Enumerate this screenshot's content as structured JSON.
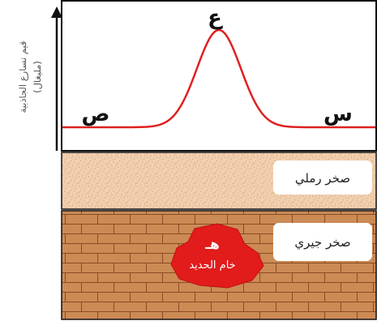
{
  "graph": {
    "point_left": "ص",
    "point_peak": "ع",
    "point_right": "س",
    "axis_label_line1": "قيم تسارع الجاذبية",
    "axis_label_line2": "(مليغال)"
  },
  "layers": {
    "sandstone_label": "صخر رملي",
    "limestone_label": "صخر جيري"
  },
  "ore": {
    "letter": "هـ",
    "label": "خام الحديد"
  },
  "colors": {
    "curve": "#e02020",
    "sandstone": "#f2cfae",
    "limestone": "#cc8a55",
    "brick_lines": "#8a4c22",
    "ore": "#e21b1b"
  }
}
